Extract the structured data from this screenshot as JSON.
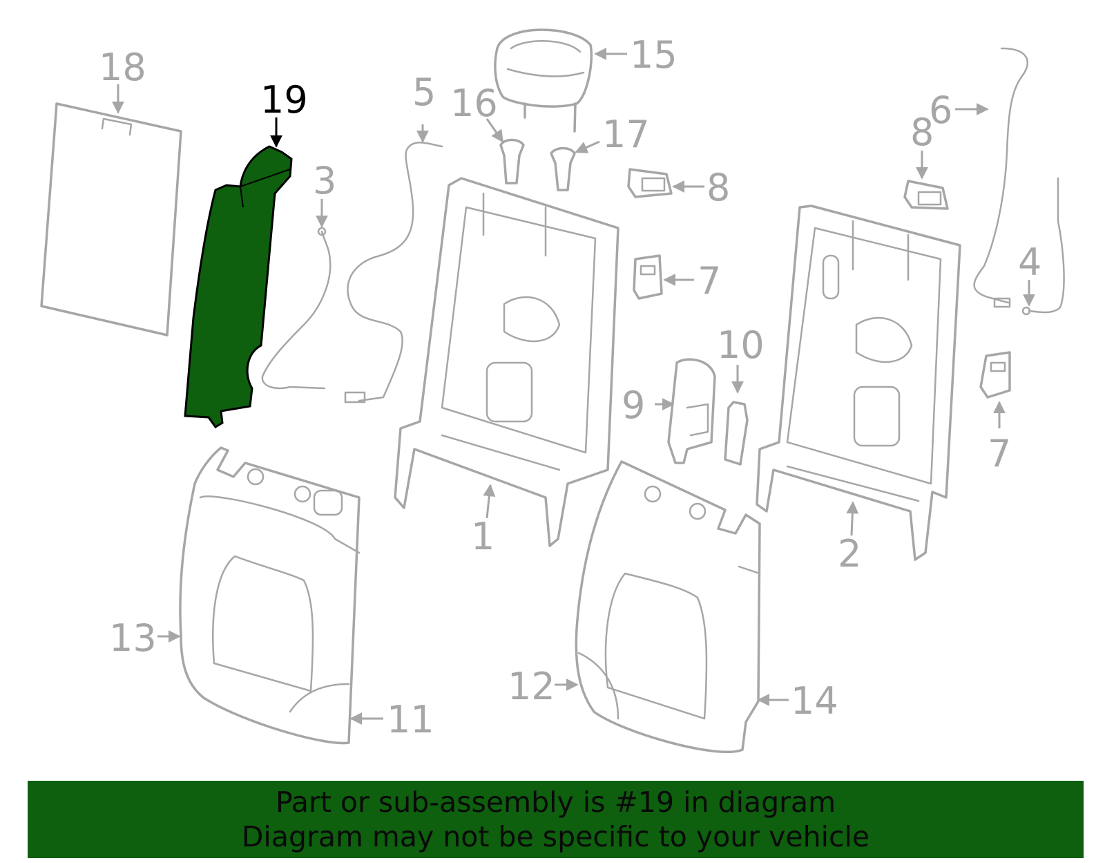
{
  "highlight_color": "#0e5f0e",
  "callouts": {
    "c1": "1",
    "c2": "2",
    "c3": "3",
    "c4": "4",
    "c5": "5",
    "c6": "6",
    "c7a": "7",
    "c7b": "7",
    "c8a": "8",
    "c8b": "8",
    "c9": "9",
    "c10": "10",
    "c11": "11",
    "c12": "12",
    "c13": "13",
    "c14": "14",
    "c15": "15",
    "c16": "16",
    "c17": "17",
    "c18": "18",
    "c19": "19"
  },
  "banner": {
    "line1": "Part or sub-assembly is #19 in diagram",
    "line2": "Diagram may not be specific to your vehicle"
  }
}
